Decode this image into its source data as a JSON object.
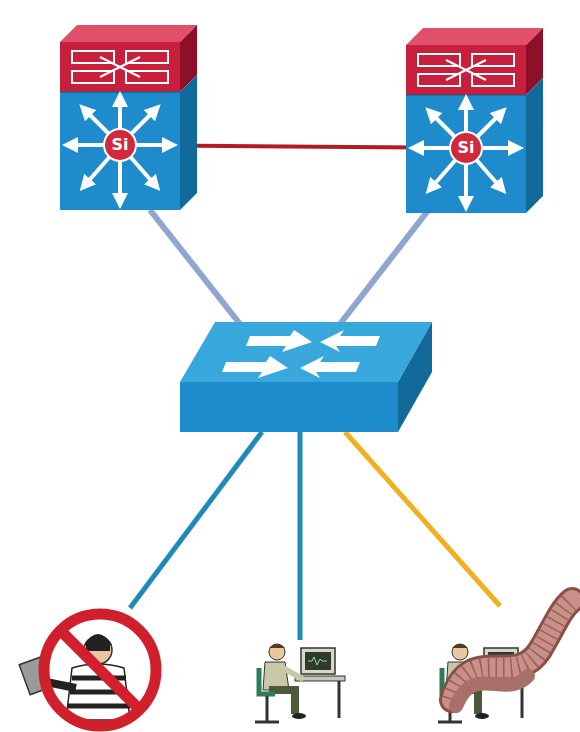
{
  "diagram": {
    "nodes": [
      {
        "text": [
          "Si"
        ]
      },
      {
        "text": [
          "Si"
        ]
      }
    ],
    "edges": [
      {
        "from": 0,
        "to": 1,
        "arrow": "none"
      }
    ]
  }
}
